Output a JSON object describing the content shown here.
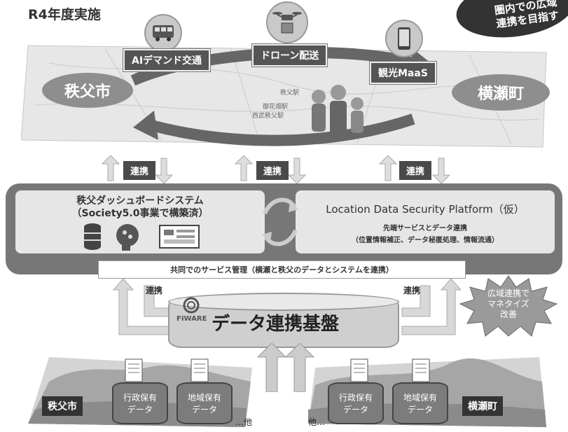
{
  "header": {
    "fiscal_year": "R4年度実施",
    "goal_line1": "圏内での広域",
    "goal_line2": "連携を目指す"
  },
  "map": {
    "services": [
      "AIデマンド交通",
      "ドローン配送",
      "観光MaaS"
    ],
    "cities": [
      "秩父市",
      "横瀬町"
    ],
    "labels": [
      "秩父駅",
      "御花畑駅",
      "西武秩父駅"
    ]
  },
  "renkei": "連携",
  "platform": {
    "left_title_line1": "秩父ダッシュボードシステム",
    "left_title_line2": "（Society5.0事業で構築済）",
    "right_title": "Location Data Security Platform（仮）",
    "right_sub1": "先端サービスとデータ連携",
    "right_sub2": "（位置情報補正、データ秘匿処理、情報流通）",
    "shared": "共同でのサービス管理（横瀬と秩父のデータとシステムを連携）"
  },
  "base": {
    "fiware_logo": "FIWARE",
    "title": "データ連携基盤"
  },
  "burst": {
    "line1": "広域連携で",
    "line2": "マネタイズ",
    "line3": "改善"
  },
  "bottom": {
    "left_city": "秩父市",
    "right_city": "横瀬町",
    "tank1": [
      "行政保有",
      "データ"
    ],
    "tank2": [
      "地域保有",
      "データ"
    ],
    "other_right": "…他",
    "other_left": "他…"
  }
}
